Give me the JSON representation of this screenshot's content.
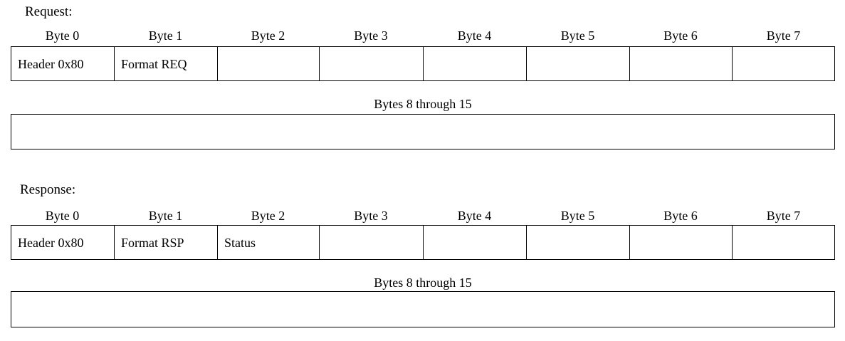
{
  "page": {
    "background_color": "#ffffff",
    "line_color": "#000000",
    "text_color": "#000000"
  },
  "sections": [
    {
      "id": "request",
      "title": "Request:",
      "byte_headers": [
        "Byte 0",
        "Byte 1",
        "Byte 2",
        "Byte 3",
        "Byte 4",
        "Byte 5",
        "Byte 6",
        "Byte 7"
      ],
      "cells": [
        {
          "text": "Header 0x80",
          "align": "left"
        },
        {
          "text": "Format REQ",
          "align": "left"
        },
        {
          "text": "",
          "align": "left"
        },
        {
          "text": "",
          "align": "left"
        },
        {
          "text": "",
          "align": "left"
        },
        {
          "text": "",
          "align": "left"
        },
        {
          "text": "",
          "align": "left"
        },
        {
          "text": "",
          "align": "left"
        }
      ],
      "extended_label": "Bytes 8 through 15",
      "extended_value": ""
    },
    {
      "id": "response",
      "title": "Response:",
      "byte_headers": [
        "Byte 0",
        "Byte 1",
        "Byte 2",
        "Byte 3",
        "Byte 4",
        "Byte 5",
        "Byte 6",
        "Byte 7"
      ],
      "cells": [
        {
          "text": "Header 0x80",
          "align": "left"
        },
        {
          "text": "Format RSP",
          "align": "left"
        },
        {
          "text": "Status",
          "align": "left"
        },
        {
          "text": "",
          "align": "left"
        },
        {
          "text": "",
          "align": "left"
        },
        {
          "text": "",
          "align": "left"
        },
        {
          "text": "",
          "align": "left"
        },
        {
          "text": "",
          "align": "left"
        }
      ],
      "extended_label": "Bytes 8 through 15",
      "extended_value": ""
    }
  ],
  "layout": {
    "column_edges": [
      15,
      160,
      305,
      448,
      594,
      739,
      884,
      1028,
      1173
    ]
  }
}
